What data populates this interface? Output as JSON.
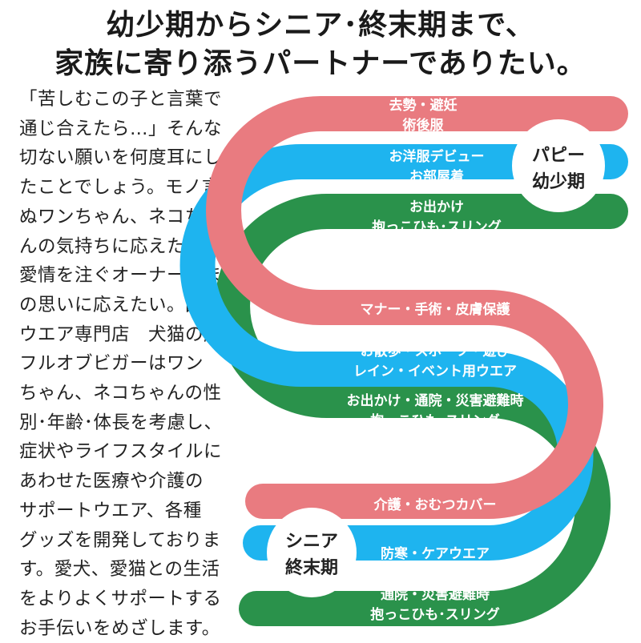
{
  "headline": {
    "line1": "幼少期からシニア･終末期まで、",
    "line2": "家族に寄り添うパートナーでありたい。"
  },
  "body_lines": [
    "「苦しむこの子と言葉で",
    "通じ合えたら…」そんな",
    "切ない願いを何度耳にし",
    "たことでしょう。モノ言わ",
    "ぬワンちゃん、ネコちゃ",
    "んの気持ちに応えたい。",
    "愛情を注ぐオーナーさま",
    "の思いに応えたい。国産",
    "ウエア専門店　犬猫の服",
    "フルオブビガーはワン",
    "ちゃん、ネコちゃんの性",
    "別･年齢･体長を考慮し、",
    "症状やライフスタイルに",
    "あわせた医療や介護の",
    "サポートウエア、各種",
    "グッズを開発しておりま",
    "す。愛犬、愛猫との生活",
    "をよりよくサポートする",
    "お手伝いをめざします。"
  ],
  "stages": {
    "puppy": [
      "パピー",
      "幼少期"
    ],
    "senior": [
      "シニア",
      "終末期"
    ]
  },
  "bands": {
    "top_pink": [
      "去勢・避妊",
      "術後服"
    ],
    "top_blue": [
      "お洋服デビュー",
      "お部屋着"
    ],
    "top_green": [
      "お出かけ",
      "抱っこひも･スリング"
    ],
    "mid_pink": [
      "マナー・手術・皮膚保護"
    ],
    "mid_blue": [
      "お散歩・スポーツ・遊び",
      "レイン・イベント用ウエア"
    ],
    "mid_green": [
      "お出かけ・通院・災害避難時",
      "抱っこひも･スリング"
    ],
    "bot_pink": [
      "介護・おむつカバー"
    ],
    "bot_blue": [
      "防寒・ケアウエア"
    ],
    "bot_green": [
      "通院・災害避難時",
      "抱っこひも･スリング"
    ]
  },
  "colors": {
    "pink": "#E97B80",
    "blue": "#1EB4EF",
    "green": "#2A924B",
    "text": "#222222"
  }
}
